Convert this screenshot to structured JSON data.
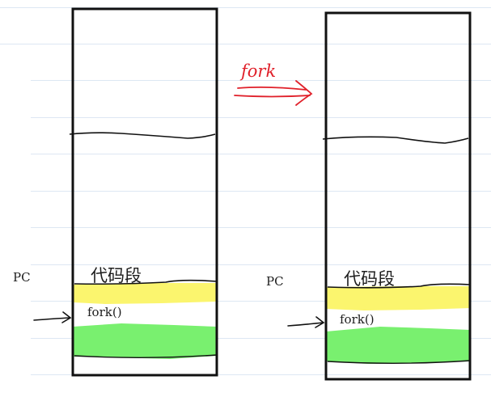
{
  "arrow_label": "fork",
  "colors": {
    "ink": "#111111",
    "red_ink": "#e0202a",
    "yellow_highlight": "#fbf56e",
    "green_highlight": "#79f06f",
    "notebook_lines": "#dde7f3"
  },
  "left_stack": {
    "pc_label": "PC",
    "code_label": "代码段",
    "call_label": "fork()"
  },
  "right_stack": {
    "pc_label": "PC",
    "code_label": "代码段",
    "call_label": "fork()"
  }
}
